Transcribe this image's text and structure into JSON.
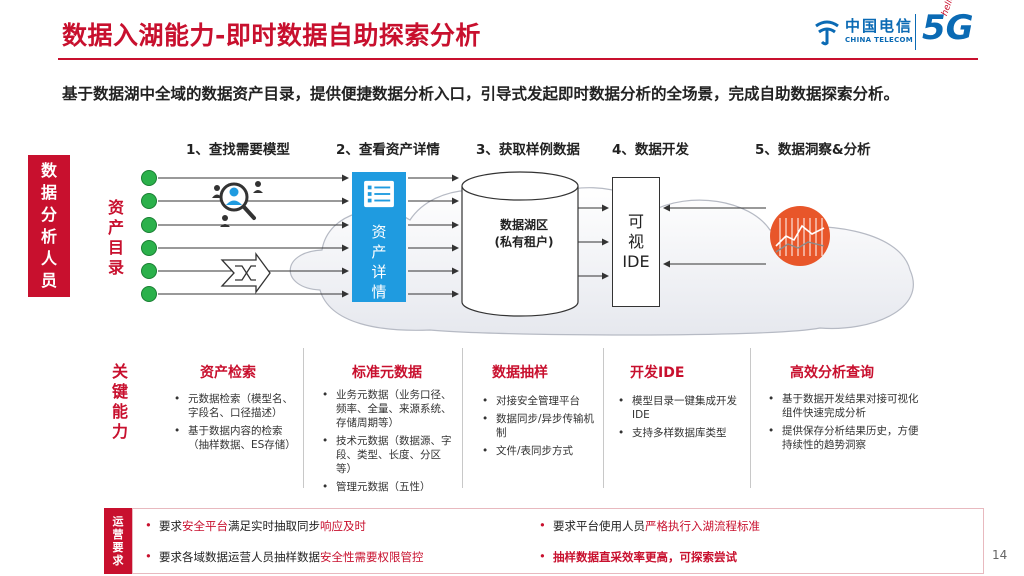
{
  "header": {
    "title": "数据入湖能力-即时数据自助探索分析",
    "logo_cn": "中国电信",
    "logo_en": "CHINA TELECOM",
    "logo_5g": "5G",
    "logo_hello": "hello"
  },
  "subtitle": "基于数据湖中全域的数据资产目录，提供便捷数据分析入口，引导式发起即时数据分析的全场景，完成自助数据探索分析。",
  "steps": [
    "1、查找需要模型",
    "2、查看资产详情",
    "3、获取样例数据",
    "4、数据开发",
    "5、数据洞察&分析"
  ],
  "left_label": [
    "数",
    "据",
    "分",
    "析",
    "人",
    "员"
  ],
  "asset_catalog_label": [
    "资",
    "产",
    "目",
    "录"
  ],
  "asset_detail_card": [
    "资",
    "产",
    "详",
    "情"
  ],
  "lake": {
    "title": "数据湖区",
    "sub": "(私有租户)"
  },
  "ide_box": [
    "可",
    "视",
    "IDE"
  ],
  "key_label": [
    "关",
    "键",
    "能",
    "力"
  ],
  "capabilities": [
    {
      "title": "资产检索",
      "items": [
        "元数据检索（模型名、字段名、口径描述）",
        "基于数据内容的检索（抽样数据、ES存储）"
      ]
    },
    {
      "title": "标准元数据",
      "items": [
        "业务元数据（业务口径、频率、全量、来源系统、存储周期等）",
        "技术元数据（数据源、字段、类型、长度、分区等）",
        "管理元数据（五性）"
      ]
    },
    {
      "title": "数据抽样",
      "items": [
        "对接安全管理平台",
        "数据同步/异步传输机制",
        "文件/表同步方式"
      ]
    },
    {
      "title": "开发IDE",
      "items": [
        "模型目录一键集成开发IDE",
        "支持多样数据库类型"
      ]
    },
    {
      "title": "高效分析查询",
      "items": [
        "基于数据开发结果对接可视化组件快速完成分析",
        "提供保存分析结果历史，方便持续性的趋势洞察"
      ]
    }
  ],
  "ops_label": [
    "运",
    "营",
    "要",
    "求"
  ],
  "ops": {
    "r1_pre": "要求",
    "r1_hl1": "安全平台",
    "r1_mid": "满足实时抽取同步",
    "r1_hl2": "响应及时",
    "r2_pre": "要求平台使用人员",
    "r2_hl": "严格执行入湖流程标准",
    "r3_pre": "要求各域数据运营人员抽样数据",
    "r3_hl": "安全性需要权限管控",
    "r4_hl": "抽样数据直采效率更高，可探索尝试"
  },
  "page_number": "14",
  "colors": {
    "brand_red": "#c8102e",
    "brand_blue": "#0a6ab4",
    "card_blue": "#1f9be0",
    "dot_green": "#2bb14b",
    "analytics_orange": "#e8562a"
  }
}
